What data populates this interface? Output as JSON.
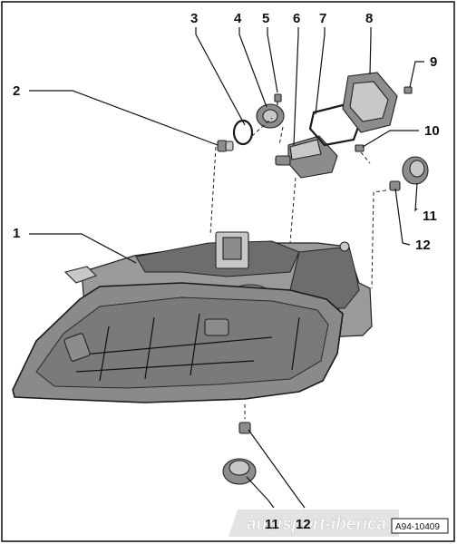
{
  "callouts": [
    {
      "id": 1,
      "label": "1"
    },
    {
      "id": 2,
      "label": "2"
    },
    {
      "id": 3,
      "label": "3"
    },
    {
      "id": 4,
      "label": "4"
    },
    {
      "id": 5,
      "label": "5"
    },
    {
      "id": 6,
      "label": "6"
    },
    {
      "id": 7,
      "label": "7"
    },
    {
      "id": 8,
      "label": "8"
    },
    {
      "id": 9,
      "label": "9"
    },
    {
      "id": 10,
      "label": "10"
    },
    {
      "id": 11,
      "label": "11"
    },
    {
      "id": 12,
      "label": "12"
    },
    {
      "id": 13,
      "label": "11"
    },
    {
      "id": 14,
      "label": "12"
    }
  ],
  "watermark": "audisport-iberica",
  "reference_code": "A94-10409"
}
